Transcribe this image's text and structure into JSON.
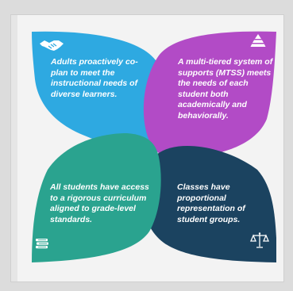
{
  "quadrants": {
    "top_left": {
      "text": "Adults proactively co-plan to meet the instructional needs of diverse learners.",
      "color": "#2ea9e1",
      "icon": "handshake-icon"
    },
    "top_right": {
      "text": "A multi-tiered system of supports (MTSS) meets the needs of each student both academically and behaviorally.",
      "color": "#b24bc6",
      "icon": "pyramid-icon"
    },
    "bottom_left": {
      "text": "All students have access to a rigorous curriculum aligned to grade-level standards.",
      "color": "#2aa38f",
      "icon": "books-icon"
    },
    "bottom_right": {
      "text": "Classes have proportional representation of student groups.",
      "color": "#1b4360",
      "icon": "scales-icon"
    }
  }
}
